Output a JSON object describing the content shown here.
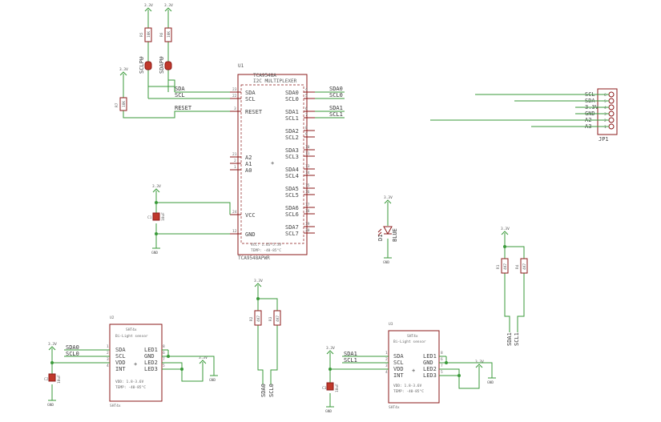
{
  "power": {
    "v33": "3.3V",
    "gnd": "GND"
  },
  "u1": {
    "ref": "U1",
    "part": "TCA9548A",
    "desc": "I2C MULTIPLEXER",
    "footer": "TCA9548APWR",
    "spec1": "VCC: 1.65-5.5V",
    "spec2": "TEMP: -40-85°C",
    "left_pins": [
      {
        "name": "SDA",
        "num": "23"
      },
      {
        "name": "SCL",
        "num": "22"
      },
      {
        "name": "RESET",
        "num": "3"
      },
      {
        "name": "A2",
        "num": "21"
      },
      {
        "name": "A1",
        "num": "2"
      },
      {
        "name": "A0",
        "num": "1"
      },
      {
        "name": "VCC",
        "num": "24"
      },
      {
        "name": "GND",
        "num": "12"
      }
    ],
    "right_pins": [
      {
        "name": "SDA0",
        "num": "4"
      },
      {
        "name": "SCL0",
        "num": "5"
      },
      {
        "name": "SDA1",
        "num": "6"
      },
      {
        "name": "SCL1",
        "num": "7"
      },
      {
        "name": "SDA2",
        "num": "8"
      },
      {
        "name": "SCL2",
        "num": "9"
      },
      {
        "name": "SDA3",
        "num": "10"
      },
      {
        "name": "SCL3",
        "num": "11"
      },
      {
        "name": "SDA4",
        "num": "13"
      },
      {
        "name": "SCL4",
        "num": "14"
      },
      {
        "name": "SDA5",
        "num": "15"
      },
      {
        "name": "SCL5",
        "num": "16"
      },
      {
        "name": "SDA6",
        "num": "17"
      },
      {
        "name": "SCL6",
        "num": "18"
      },
      {
        "name": "SDA7",
        "num": "19"
      },
      {
        "name": "SCL7",
        "num": "20"
      }
    ]
  },
  "nets": {
    "sda": "SDA",
    "scl": "SCL",
    "reset": "RESET",
    "sda0": "SDA0",
    "scl0": "SCL0",
    "sda1": "SDA1",
    "scl1": "SCL1",
    "sclpu": "SCLPU",
    "sdapu": "SDAPU"
  },
  "resistors": {
    "r5": "R5",
    "r6": "R6",
    "r7": "R7",
    "r1": "R1",
    "r4": "R4",
    "r2": "R2",
    "r3": "R3",
    "val_10k": "10K",
    "val_4k7": "4K7"
  },
  "capacitors": {
    "c1": "C1",
    "c2": "C2",
    "c3": "C3",
    "val": "10uF"
  },
  "led": {
    "ref": "D1",
    "label": "BLUE"
  },
  "jumpers": {
    "jp1": "1",
    "jp2": "2"
  },
  "jp1": {
    "ref": "JP1",
    "pins": [
      {
        "name": "SCL",
        "num": "6"
      },
      {
        "name": "SDA",
        "num": "5"
      },
      {
        "name": "3.3V",
        "num": "4"
      },
      {
        "name": "GND",
        "num": "3"
      },
      {
        "name": "A2",
        "num": "2"
      },
      {
        "name": "A3",
        "num": "1"
      }
    ]
  },
  "sensor": {
    "part": "SHT4x",
    "desc": "Bi-Light sensor",
    "spec1": "VDD: 1.8-3.6V",
    "spec2": "TEMP: -40-85°C",
    "footer": "SHT4x",
    "left_pins": [
      {
        "name": "SDA",
        "num": "1"
      },
      {
        "name": "SCL",
        "num": "2"
      },
      {
        "name": "VDD",
        "num": "3"
      },
      {
        "name": "INT",
        "num": "4"
      }
    ],
    "right_pins": [
      {
        "name": "LED1",
        "num": "8"
      },
      {
        "name": "GND",
        "num": "6"
      },
      {
        "name": "LED2",
        "num": "7"
      },
      {
        "name": "LED3",
        "num": "5"
      }
    ]
  },
  "u2": {
    "ref": "U2"
  },
  "u3": {
    "ref": "U3"
  }
}
